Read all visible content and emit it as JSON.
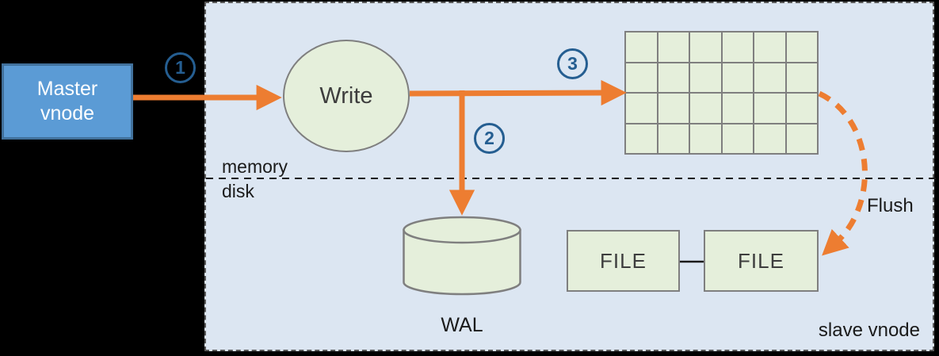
{
  "colors": {
    "canvas-bg": "#000000",
    "panel-bg": "#dce6f2",
    "panel-border": "#595959",
    "master-fill": "#5b9bd5",
    "master-border": "#41719c",
    "master-text": "#ffffff",
    "node-fill": "#e5efdb",
    "node-border": "#7f7f7f",
    "arrow-orange": "#ed7d31",
    "badge-blue": "#255e91",
    "text-dark": "#3d3d3d",
    "ink": "#1a1a1a"
  },
  "master_node": {
    "label": "Master vnode"
  },
  "write_node": {
    "label": "Write"
  },
  "steps": {
    "one": "1",
    "two": "2",
    "three": "3"
  },
  "layers": {
    "memory": "memory",
    "disk": "disk"
  },
  "memtable": {
    "rows": 4,
    "cols": 6
  },
  "wal": {
    "label": "WAL"
  },
  "files": [
    {
      "label": "FILE"
    },
    {
      "label": "FILE"
    }
  ],
  "flush": {
    "label": "Flush"
  },
  "panel": {
    "label": "slave vnode"
  }
}
